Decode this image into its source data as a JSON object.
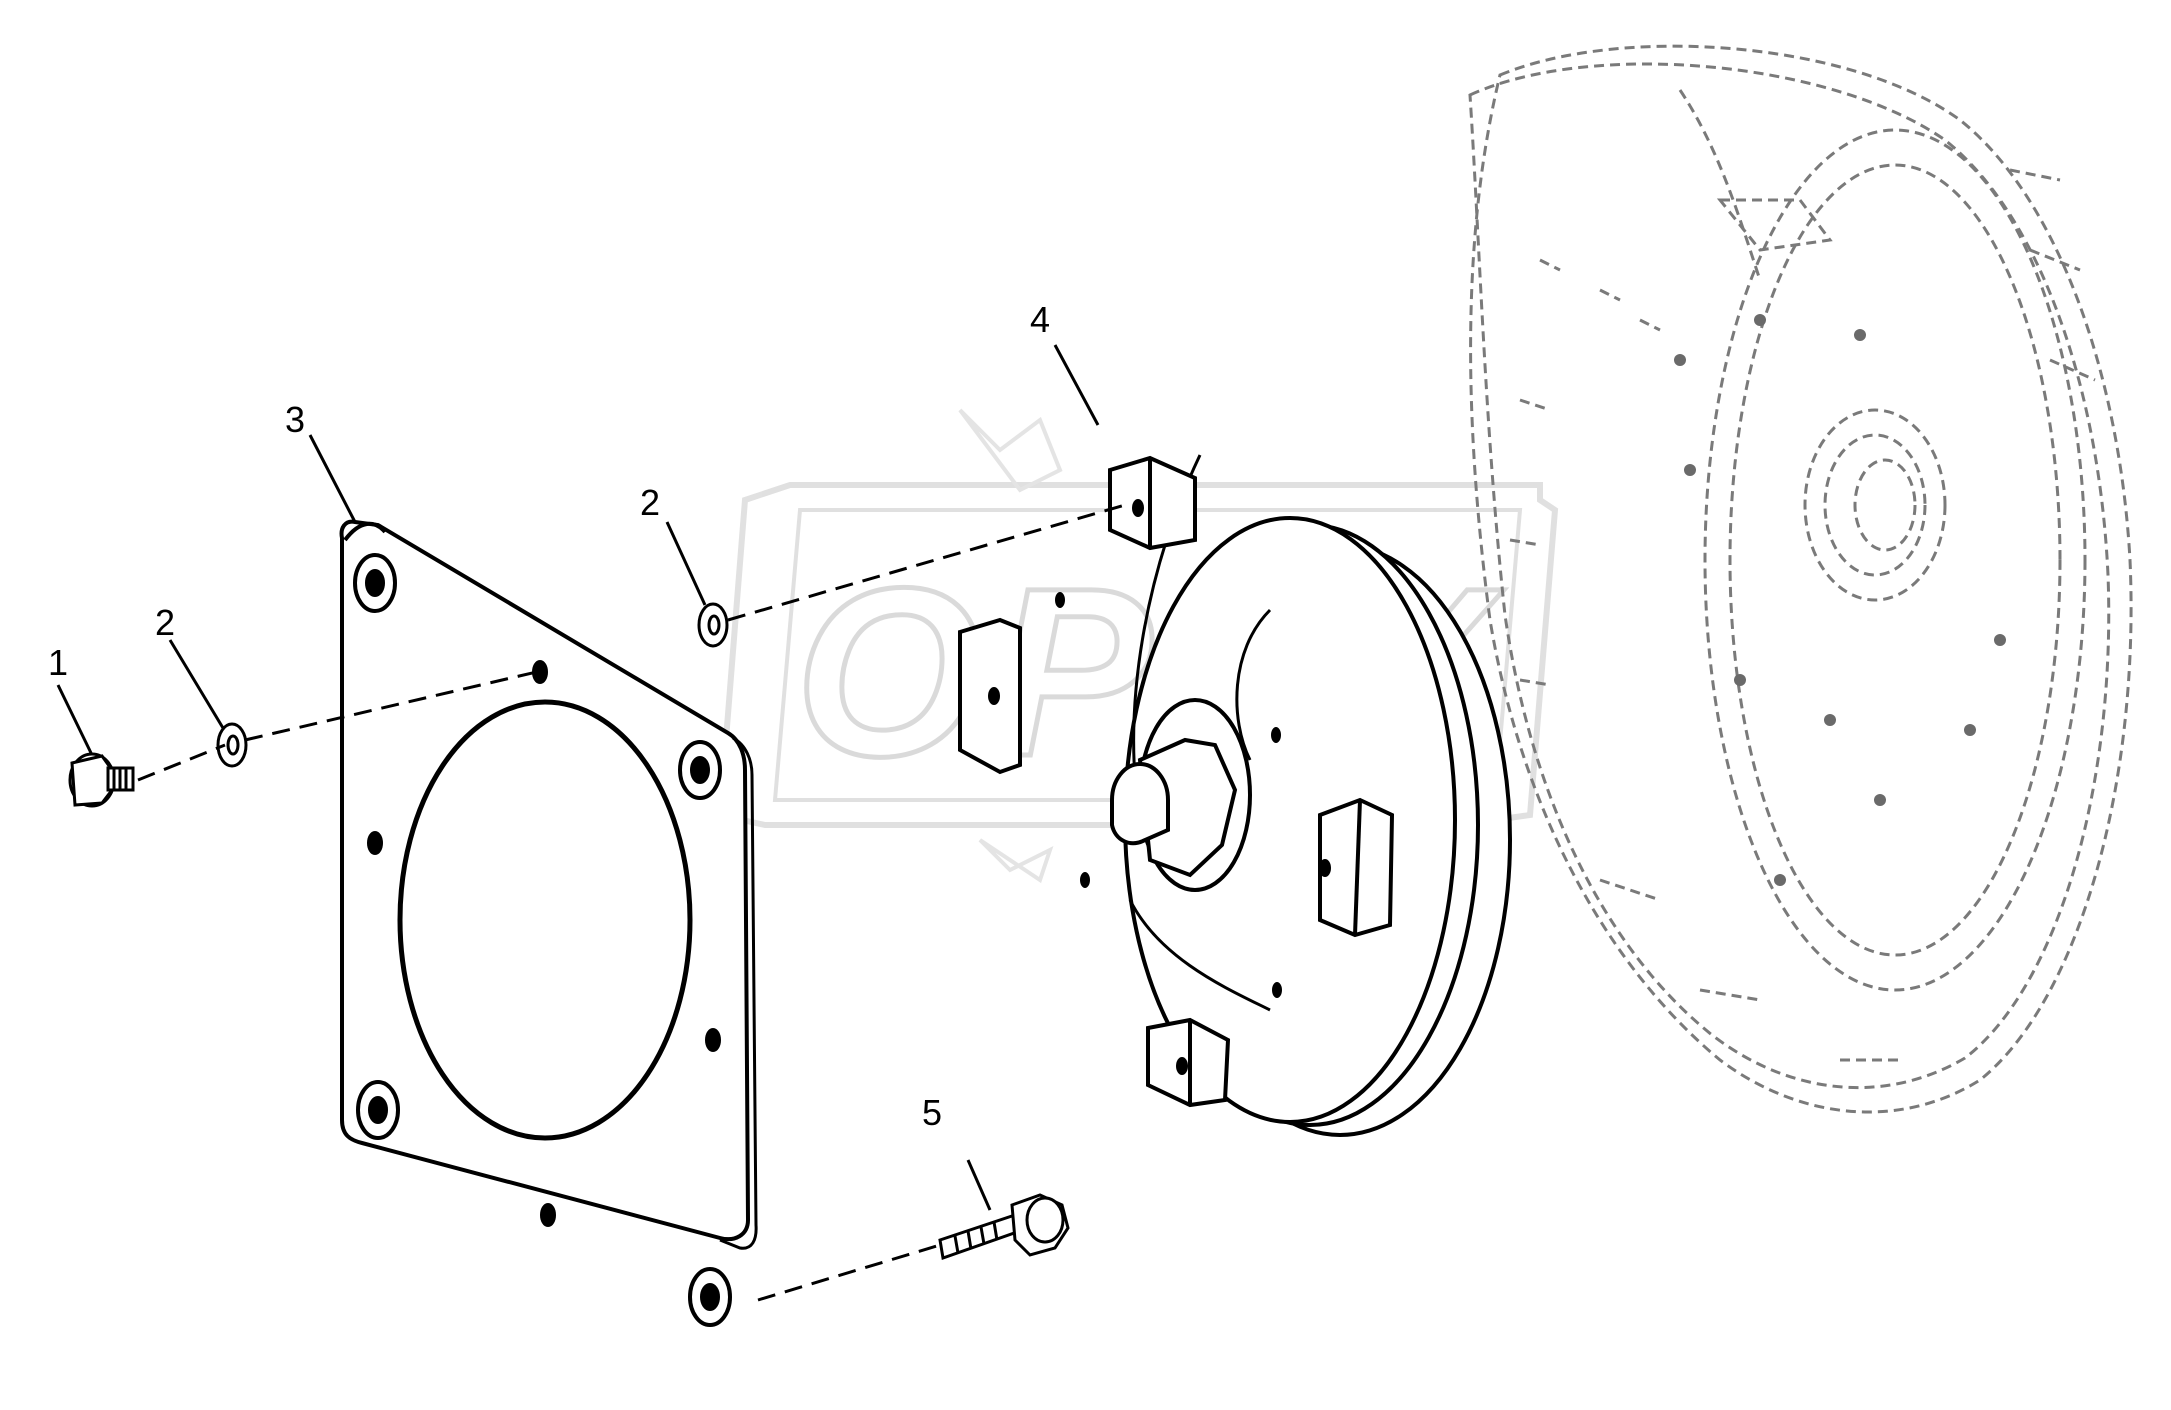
{
  "watermark": {
    "text": "OPEX",
    "color": "#d0d0d0"
  },
  "callouts": [
    {
      "id": "1",
      "label": "1"
    },
    {
      "id": "2a",
      "label": "2"
    },
    {
      "id": "2b",
      "label": "2"
    },
    {
      "id": "3",
      "label": "3"
    },
    {
      "id": "4",
      "label": "4"
    },
    {
      "id": "5",
      "label": "5"
    }
  ],
  "colors": {
    "line": "#000000",
    "ghost_line": "#7a7a7a",
    "background": "#ffffff"
  }
}
